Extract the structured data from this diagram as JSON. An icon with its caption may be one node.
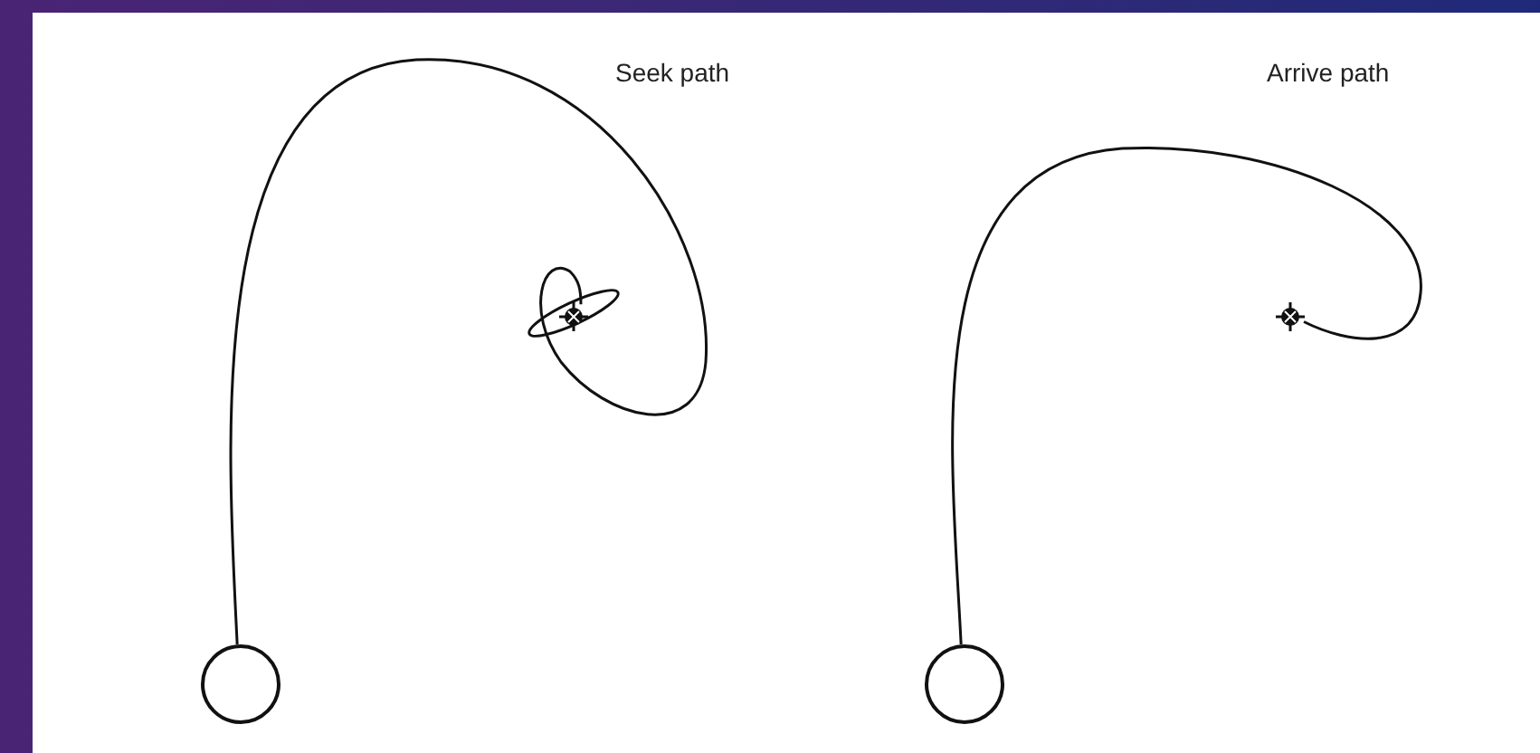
{
  "diagram": {
    "nodes": [
      {
        "text": [],
        "shape": "circle"
      },
      {
        "text": [],
        "shape": "crosshair"
      },
      {
        "text": [],
        "shape": "circle"
      },
      {
        "text": [],
        "shape": "crosshair"
      }
    ],
    "edges": [
      {
        "from": 0,
        "to": 1,
        "arrow": "none"
      },
      {
        "from": 2,
        "to": 3,
        "arrow": "none"
      }
    ],
    "labels": [
      "Seek path",
      "Arrive path"
    ]
  }
}
